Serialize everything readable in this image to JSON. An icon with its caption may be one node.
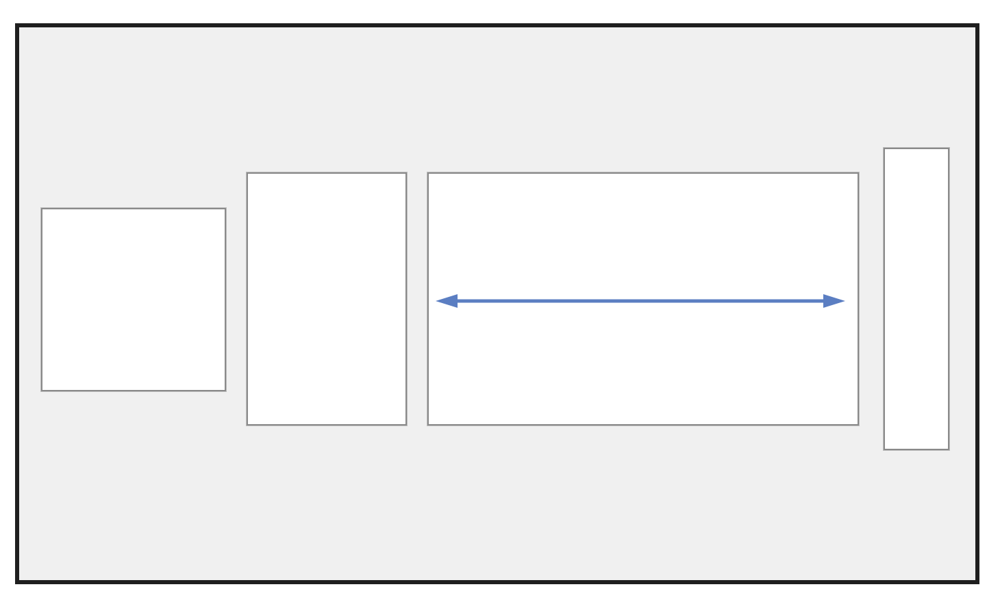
{
  "diagram": {
    "nodes": [
      {
        "text": [],
        "shape": "box"
      },
      {
        "text": [],
        "shape": "box",
        "in": 0
      },
      {
        "text": [],
        "shape": "box",
        "in": 0
      },
      {
        "text": [],
        "shape": "box",
        "in": 0
      },
      {
        "text": [],
        "shape": "box",
        "in": 0
      }
    ]
  }
}
